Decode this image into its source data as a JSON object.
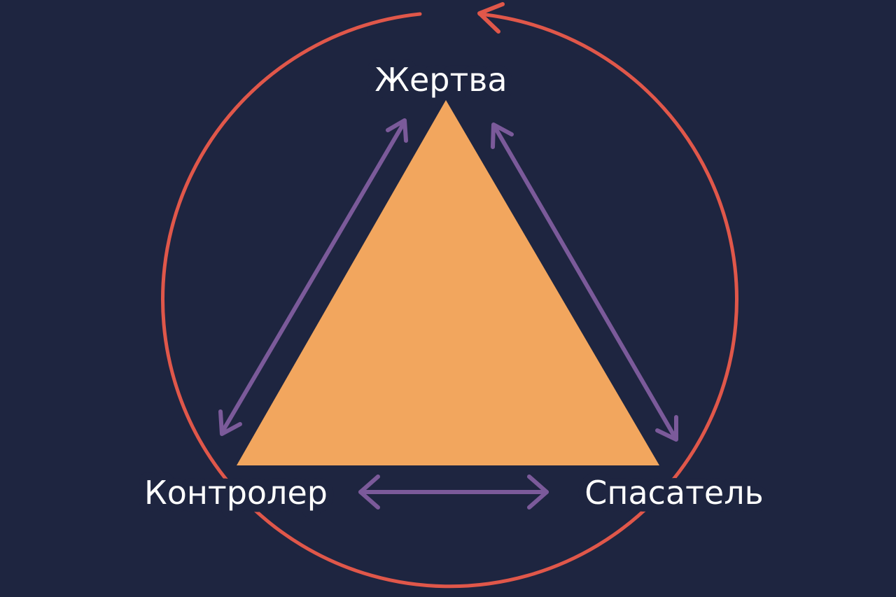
{
  "colors": {
    "background": "#1e2540",
    "triangle": "#f2a65e",
    "arrows": "#7b5a9a",
    "cycle": "#e0574a",
    "text": "#ffffff"
  },
  "nodes": {
    "top": "Жертва",
    "left": "Контролер",
    "right": "Спасатель"
  },
  "edges": [
    {
      "from": "Жертва",
      "to": "Контролер",
      "type": "bidirectional-arrow"
    },
    {
      "from": "Жертва",
      "to": "Спасатель",
      "type": "bidirectional-arrow"
    },
    {
      "from": "Контролер",
      "to": "Спасатель",
      "type": "bidirectional-arrow"
    }
  ],
  "cycle": {
    "shape": "circle",
    "arrow_direction": "counterclockwise"
  }
}
